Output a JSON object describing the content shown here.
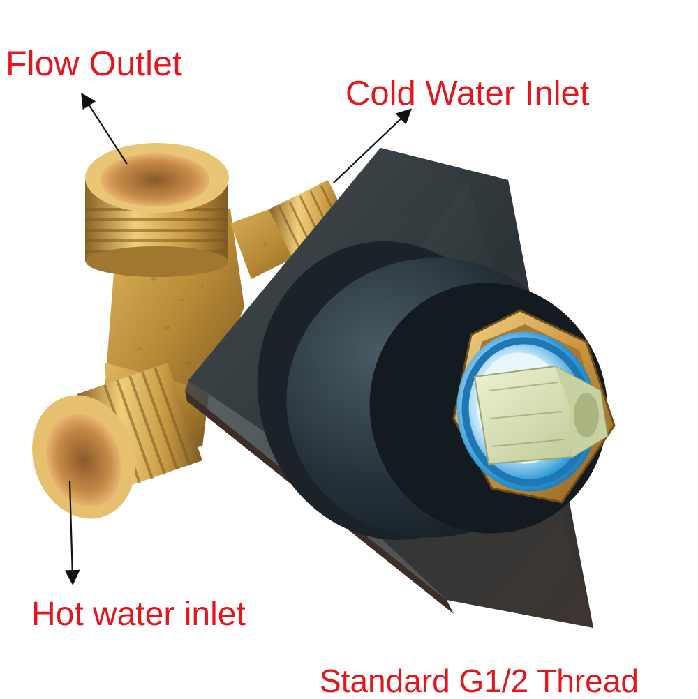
{
  "labels": {
    "flow_outlet": "Flow Outlet",
    "cold_water_inlet": "Cold Water Inlet",
    "hot_water_inlet": "Hot water inlet",
    "thread_spec": "Standard G1/2 Thread"
  },
  "colors": {
    "label_text": "#e8141c",
    "arrow": "#111111",
    "brass": "#c9a04a",
    "dark_plate": "#2e3a3e",
    "cartridge_blue": "#3aa3d8",
    "stem": "#d9e3b8",
    "background": "#ffffff"
  }
}
